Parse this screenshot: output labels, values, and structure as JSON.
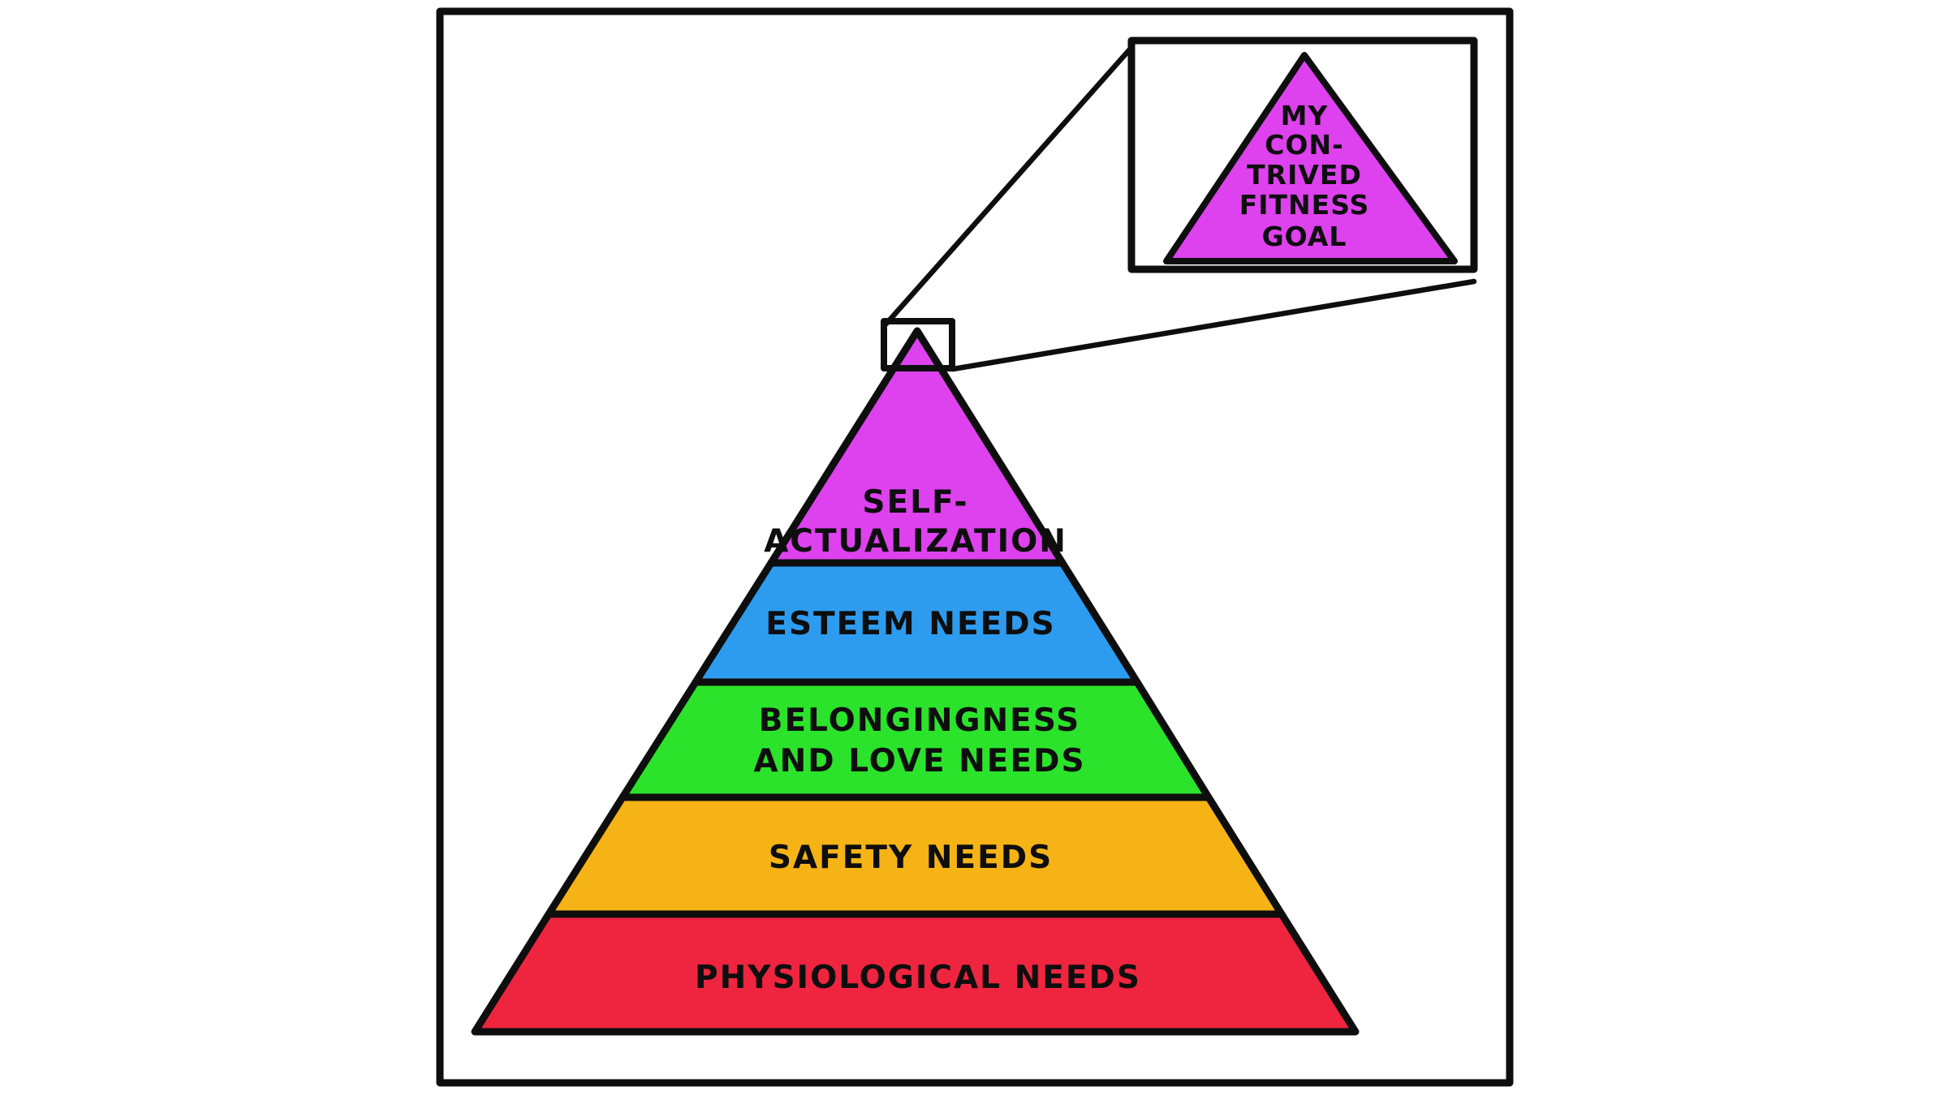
{
  "scene": {
    "background": "#ffffff",
    "ink": "#0e0e0e"
  },
  "inset": {
    "name": "contrived-fitness-goal-callout",
    "label_lines": [
      "MY",
      "CON-",
      "TRIVED",
      "FITNESS",
      "GOAL"
    ],
    "fill": "#DD42EE"
  },
  "pyramid": {
    "name": "maslow-hierarchy-pyramid",
    "levels": [
      {
        "label_lines": [
          "SELF-",
          "ACTUALIZATION"
        ],
        "color": "#DD42EE"
      },
      {
        "label_lines": [
          "ESTEEM NEEDS"
        ],
        "color": "#2D9CEF"
      },
      {
        "label_lines": [
          "BELONGINGNESS",
          "AND LOVE NEEDS"
        ],
        "color": "#2BE32B"
      },
      {
        "label_lines": [
          "SAFETY NEEDS"
        ],
        "color": "#F5B316"
      },
      {
        "label_lines": [
          "PHYSIOLOGICAL NEEDS"
        ],
        "color": "#EF2540"
      }
    ]
  }
}
